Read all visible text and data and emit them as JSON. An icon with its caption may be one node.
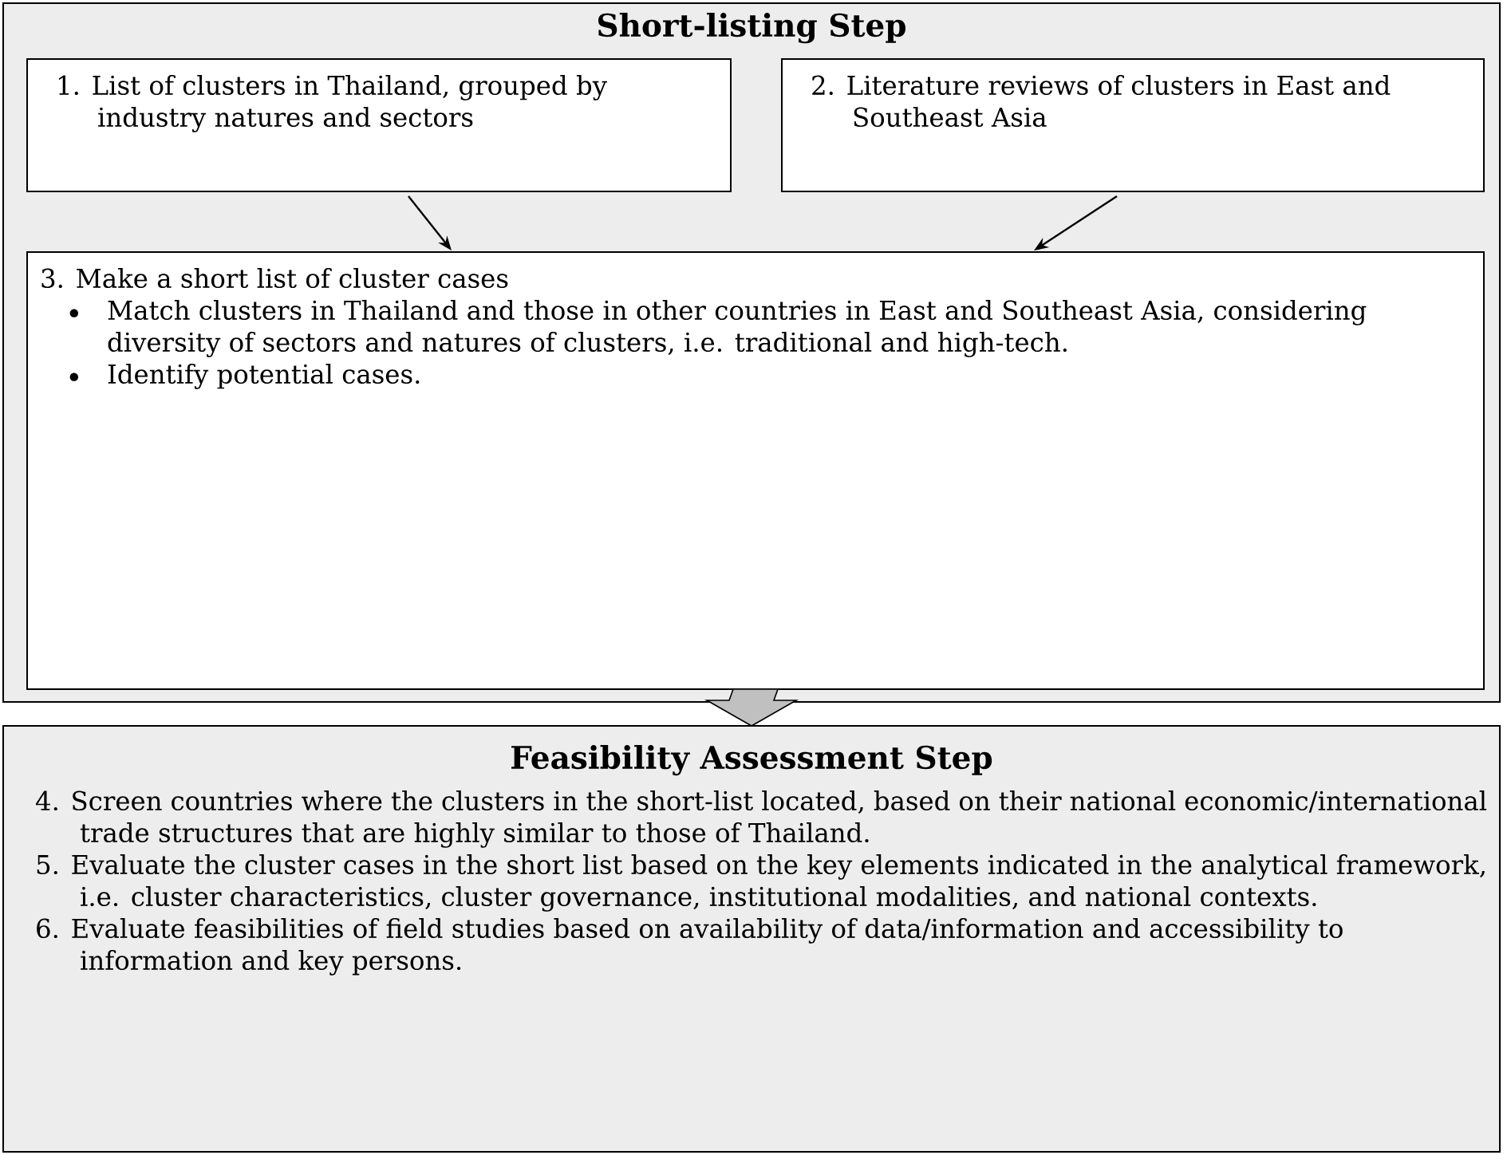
{
  "diagram": {
    "nodes": [
      {
        "text": [
          "Short-listing Step"
        ]
      },
      {
        "text": [
          "1. List of clusters in Thailand, grouped by industry natures and sectors"
        ],
        "in": 0
      },
      {
        "text": [
          "2. Literature reviews of clusters in East and Southeast Asia"
        ],
        "in": 0
      },
      {
        "text": [
          "3. Make a short list of cluster cases",
          "Match clusters in Thailand and those in other countries in East and Southeast Asia, considering diversity of sectors and natures of clusters, i.e. traditional and high-tech.",
          "Identify potential cases."
        ],
        "in": 0
      },
      {
        "text": [
          "Feasibility Assessment Step",
          "4. Screen countries where the clusters in the short-list located, based on their national economic/international trade structures that are highly similar to those of Thailand.",
          "5. Evaluate the cluster cases in the short list based on the key elements indicated in the analytical framework, i.e. cluster characteristics, cluster governance, institutional modalities, and national contexts.",
          "6. Evaluate feasibilities of field studies based on availability of data/information and accessibility to information and key persons."
        ]
      }
    ],
    "edges": [
      {
        "from": 1,
        "to": 3,
        "arrow": "to"
      },
      {
        "from": 2,
        "to": 3,
        "arrow": "to"
      },
      {
        "from": 3,
        "to": 4,
        "arrow": "to",
        "style": "thick",
        "color": "#c0c0c0"
      }
    ]
  }
}
